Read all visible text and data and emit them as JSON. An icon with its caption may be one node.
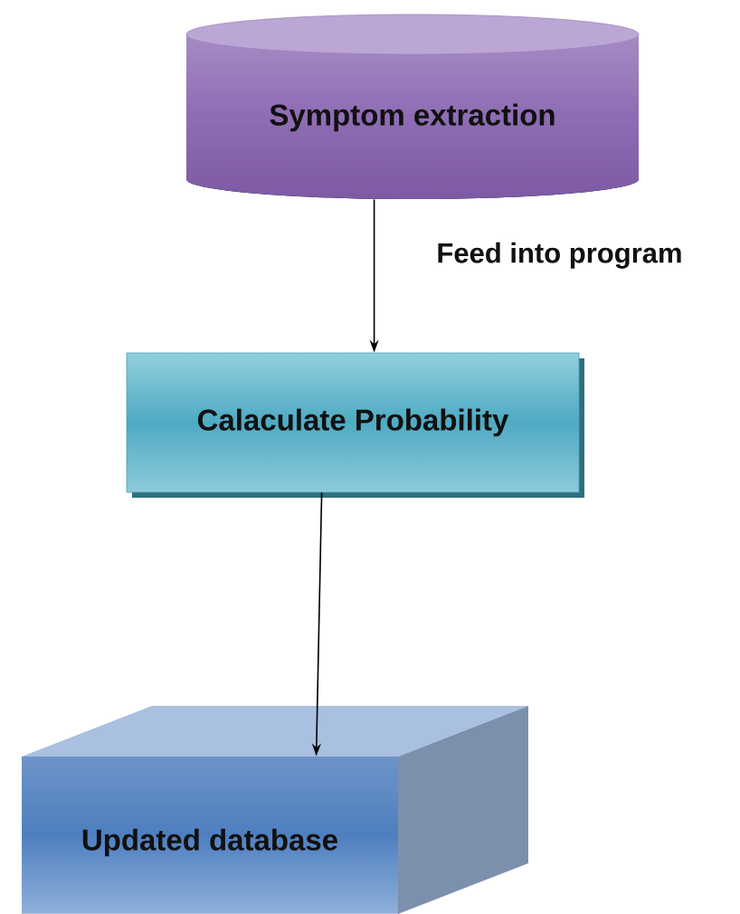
{
  "diagram": {
    "nodes": [
      {
        "text": [
          "Symptom extraction"
        ]
      },
      {
        "text": [
          "Calaculate Probability"
        ]
      },
      {
        "text": [
          "Updated database"
        ]
      }
    ],
    "edges": [
      {
        "from": 0,
        "to": 1,
        "arrow": "to",
        "label": "Feed into program"
      },
      {
        "from": 1,
        "to": 2,
        "arrow": "to"
      }
    ]
  }
}
